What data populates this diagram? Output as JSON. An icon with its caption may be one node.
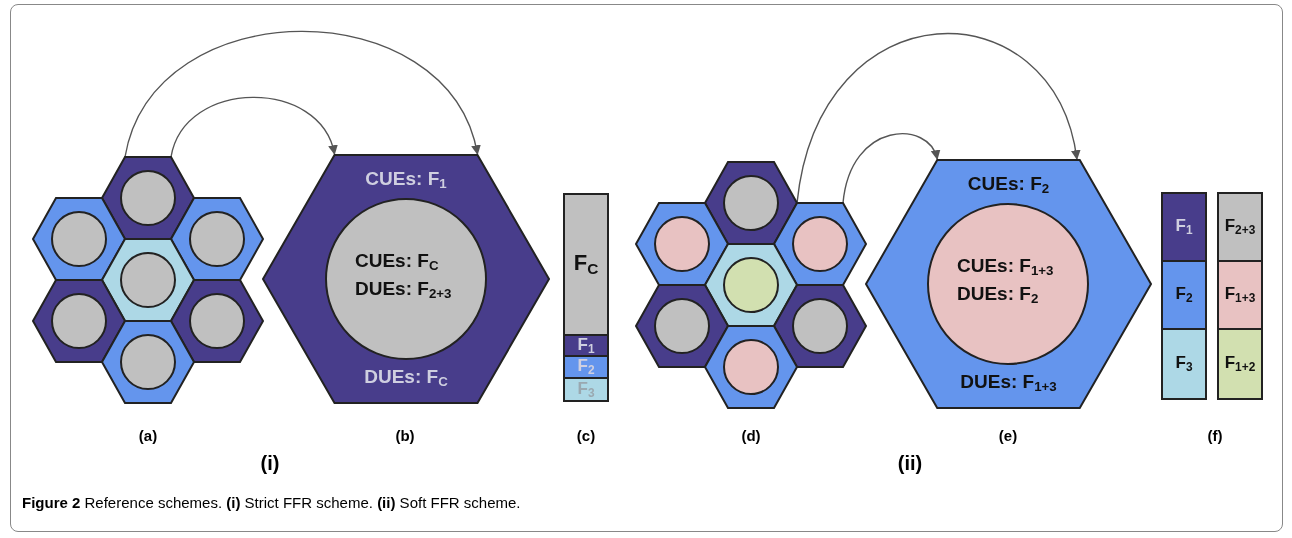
{
  "diagram": {
    "caption": "**Figure 2**  Reference schemes. **(i)** Strict FFR scheme. **(ii)** Soft FFR scheme.",
    "nodes": [
      {
        "text": [],
        "shape": "hexagon"
      },
      {
        "text": [],
        "shape": "circle",
        "in": 0
      },
      {
        "text": [],
        "shape": "hexagon"
      },
      {
        "text": [],
        "shape": "circle",
        "in": 2
      },
      {
        "text": [],
        "shape": "hexagon"
      },
      {
        "text": [],
        "shape": "circle",
        "in": 4
      },
      {
        "text": [],
        "shape": "hexagon"
      },
      {
        "text": [],
        "shape": "circle",
        "in": 6
      },
      {
        "text": [],
        "shape": "hexagon"
      },
      {
        "text": [],
        "shape": "circle",
        "in": 8
      },
      {
        "text": [],
        "shape": "hexagon"
      },
      {
        "text": [],
        "shape": "circle",
        "in": 10
      },
      {
        "text": [],
        "shape": "hexagon"
      },
      {
        "text": [],
        "shape": "circle",
        "in": 12
      },
      {
        "text": [
          "CUEs: F$_{1}$",
          "DUEs: F$_{C}$"
        ]
      },
      {
        "text": [
          "CUEs: F$_{C}$",
          "DUEs: F$_{2+3}$"
        ],
        "in": 14
      },
      {
        "text": [
          "F$_{C}$"
        ]
      },
      {
        "text": [
          "F$_{1}$"
        ]
      },
      {
        "text": [
          "F$_{2}$"
        ]
      },
      {
        "text": [
          "F$_{3}$"
        ]
      },
      {
        "text": [],
        "shape": "hexagon"
      },
      {
        "text": [],
        "shape": "circle",
        "in": 20
      },
      {
        "text": [],
        "shape": "hexagon"
      },
      {
        "text": [],
        "shape": "circle",
        "in": 22
      },
      {
        "text": [],
        "shape": "hexagon"
      },
      {
        "text": [],
        "shape": "circle",
        "in": 24
      },
      {
        "text": [],
        "shape": "hexagon"
      },
      {
        "text": [],
        "shape": "circle",
        "in": 26
      },
      {
        "text": [],
        "shape": "hexagon"
      },
      {
        "text": [],
        "shape": "circle",
        "in": 28
      },
      {
        "text": [],
        "shape": "hexagon"
      },
      {
        "text": [],
        "shape": "circle",
        "in": 30
      },
      {
        "text": [],
        "shape": "hexagon"
      },
      {
        "text": [],
        "shape": "circle",
        "in": 32
      },
      {
        "text": [
          "CUEs: F$_{2}$",
          "DUEs: F$_{1+3}$"
        ]
      },
      {
        "text": [
          "CUEs: F$_{1+3}$",
          "DUEs: F$_{2}$"
        ],
        "in": 34
      },
      {
        "text": [
          "F$_{1}$"
        ]
      },
      {
        "text": [
          "F$_{2}$"
        ]
      },
      {
        "text": [
          "F$_{3}$"
        ]
      },
      {
        "text": [
          "F$_{2+3}$"
        ]
      },
      {
        "text": [
          "F$_{1+3}$"
        ]
      },
      {
        "text": [
          "F$_{1+2}$"
        ]
      }
    ],
    "edges": [
      {
        "from": 0,
        "to": 14,
        "arrow": "to"
      },
      {
        "from": 0,
        "to": 14,
        "arrow": "to"
      },
      {
        "from": 24,
        "to": 34,
        "arrow": "to"
      },
      {
        "from": 24,
        "to": 34,
        "arrow": "to"
      }
    ],
    "labels": [
      "(a)",
      "(b)",
      "(c)",
      "(d)",
      "(e)",
      "(f)",
      "(i)",
      "(ii)"
    ]
  }
}
